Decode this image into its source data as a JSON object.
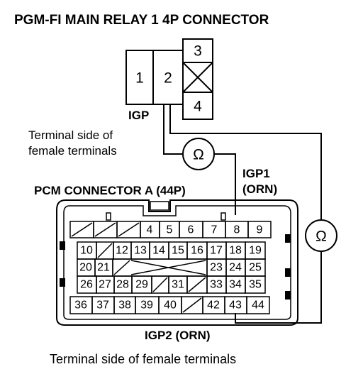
{
  "title": "PGM-FI MAIN RELAY 1 4P CONNECTOR",
  "relay": {
    "pins": [
      "1",
      "2",
      "3",
      "4"
    ],
    "igp_label": "IGP",
    "terminal_side_line1": "Terminal side of",
    "terminal_side_line2": "female terminals"
  },
  "pcm": {
    "title": "PCM CONNECTOR A (44P)",
    "igp1_line1": "IGP1",
    "igp1_line2": "(ORN)",
    "igp2_label": "IGP2 (ORN)",
    "footer": "Terminal side of female terminals",
    "row1": [
      "4",
      "5",
      "6",
      "7",
      "8",
      "9"
    ],
    "row2": [
      "10",
      "12",
      "13",
      "14",
      "15",
      "16",
      "17",
      "18",
      "19"
    ],
    "row3": [
      "20",
      "21",
      "23",
      "24",
      "25"
    ],
    "row4": [
      "26",
      "27",
      "28",
      "29",
      "31",
      "33",
      "34",
      "35"
    ],
    "row5": [
      "36",
      "37",
      "38",
      "39",
      "40",
      "42",
      "43",
      "44"
    ]
  },
  "meter_symbol": "Ω"
}
